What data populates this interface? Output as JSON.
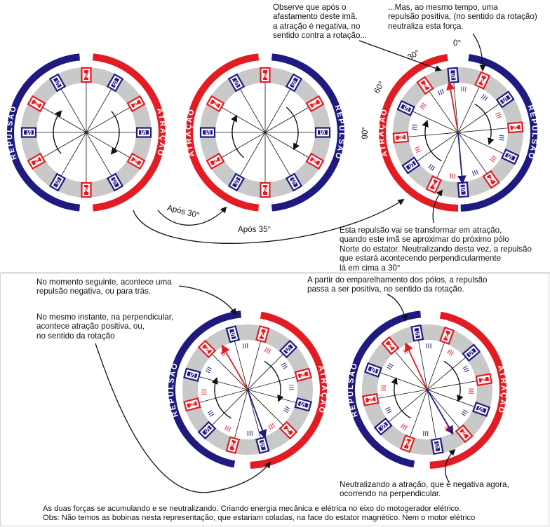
{
  "colors": {
    "blue": "#1f1a80",
    "red": "#e31b23",
    "ring": "#c9c9c9",
    "line": "#111111"
  },
  "magnet_letters": {
    "north": "N",
    "south": "S"
  },
  "ring_words": {
    "repulsion": "REPULSÃO",
    "attraction": "ATRAÇÃO"
  },
  "angle_labels": [
    "0°",
    "30°",
    "60°",
    "90°"
  ],
  "top": {
    "label_after30": "Após 30°",
    "label_after35": "Após 35°",
    "note_attraction_negative": [
      "Observe que após o",
      "afastamento deste imã,",
      "a atração é negativa, no",
      "sentido contra a rotação..."
    ],
    "note_repulsion_positive": [
      "...Mas, ao mesmo tempo, uma",
      "repulsão positiva, (no sentido da rotação)",
      "neutraliza esta força."
    ],
    "note_becomes_attraction": [
      "Esta repulsão vai se transformar em atração,",
      "quando este imã se aproximar do próximo pólo",
      "Norte do estator. Neutralizando desta vez, a repulsão",
      "que estará acontecendo perpendicularmente",
      "lá em cima a 30°"
    ]
  },
  "bottom": {
    "note_negative_repulsion": [
      "No momento seguinte, acontece uma",
      "repulsão negativa, ou para trás."
    ],
    "note_positive_attraction": [
      "No mesmo instante, na perpendicular,",
      "acontece atração positiva, ou,",
      "no sentido da rotação"
    ],
    "note_alignment": [
      "A partir do emparelhamento dos pólos, a repulsão",
      "passa a ser positiva, no sentido da rotação."
    ],
    "note_neutralizing": [
      "Neutralizando a atração, que é negativa agora,",
      "ocorrendo na perpendicular."
    ],
    "footer": [
      "As duas forças se acumulando e se neutralizando. Criando energia mecânica e elétrica no eixo do motogerador elétrico.",
      "Obs: Não temos as bobinas nesta representação, que estariam coladas, na face do estator magnético. Nem o motor elétrico"
    ]
  }
}
